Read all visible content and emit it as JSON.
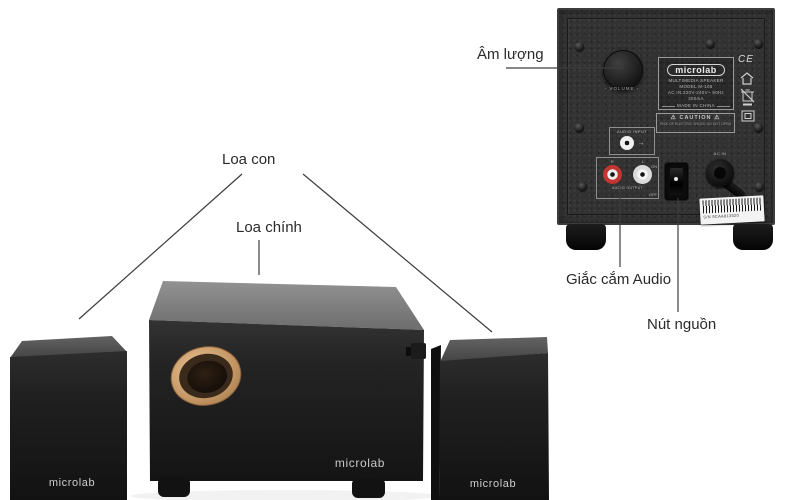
{
  "annotations": {
    "volume": "Âm lượng",
    "satellites": "Loa con",
    "main_speaker": "Loa chính",
    "audio_jack": "Giắc cắm Audio",
    "power_button": "Nút nguồn"
  },
  "product": {
    "brand": "microlab"
  },
  "back_panel": {
    "volume_label": "VOLUME",
    "nameplate": {
      "brand": "microlab",
      "line1": "MULTIMEDIA SPEAKER",
      "line2": "MODEL M-105",
      "line3": "AC IN:220V-240V~ 50Hz",
      "line4": "300mA",
      "line5": "MADE IN CHINA"
    },
    "caution": {
      "title": "CAUTION",
      "line": "RISK OF ELECTRIC SHOCK DO NOT OPEN"
    },
    "marks": {
      "ce": "CE"
    },
    "audio_input_label": "AUDIO INPUT",
    "rca": {
      "right": "R",
      "left": "L",
      "caption": "AUDIO OUTPUT"
    },
    "power": {
      "on": "ON",
      "off": "OFF"
    },
    "ac_in_label": "AC IN",
    "serial": "S/N 9CAA813520"
  },
  "icons": {
    "warning": "⚠",
    "arrow_in": "→"
  },
  "colors": {
    "gold": "#c79a68",
    "rca_red": "#c33531",
    "panel": "#323232",
    "annotation_line": "#3d3d3d"
  }
}
